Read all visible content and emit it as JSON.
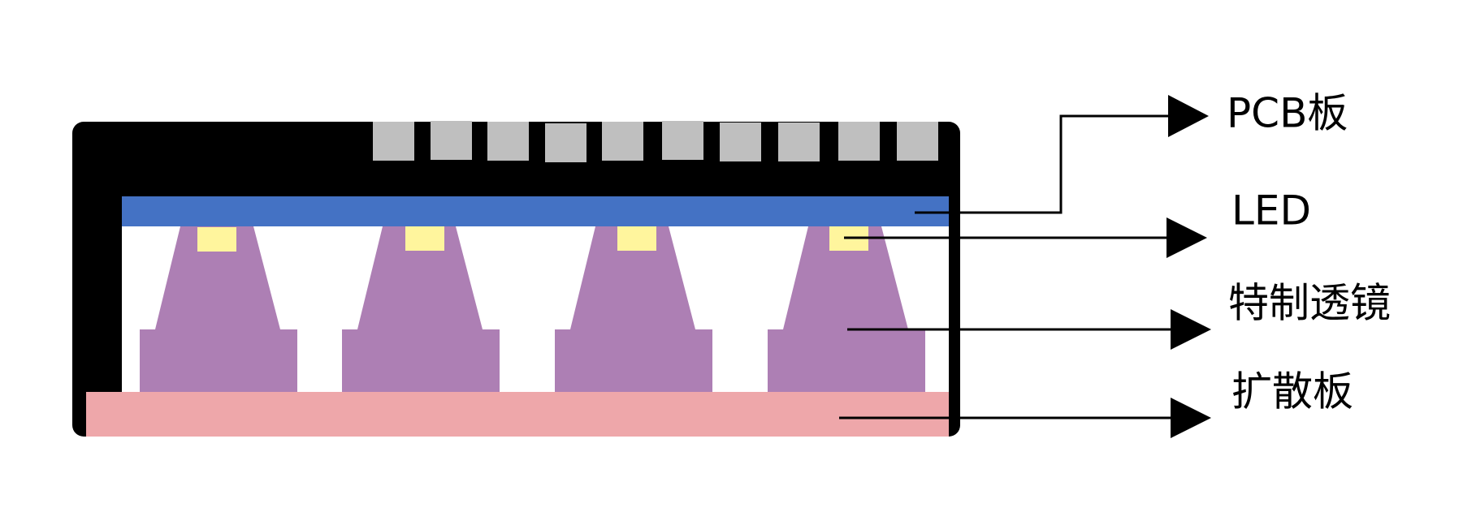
{
  "labels": {
    "pcb": "PCB板",
    "led": "LED",
    "lens": "特制透镜",
    "diffuser": "扩散板"
  },
  "colors": {
    "housing": "#000000",
    "fins": "#bfbfbf",
    "pcb": "#4472c4",
    "led": "#fff59d",
    "lens": "#ad7fb4",
    "diffuser": "#eea7aa",
    "cavity": "#ffffff",
    "arrow": "#000000"
  },
  "counts": {
    "fins": 10,
    "lenses": 4
  }
}
